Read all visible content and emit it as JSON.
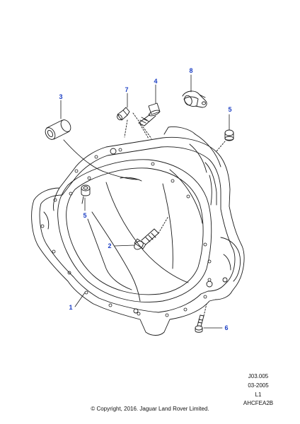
{
  "diagram": {
    "callouts": [
      {
        "id": "c1",
        "label": "1"
      },
      {
        "id": "c2",
        "label": "2"
      },
      {
        "id": "c3",
        "label": "3"
      },
      {
        "id": "c4",
        "label": "4"
      },
      {
        "id": "c5a",
        "label": "5"
      },
      {
        "id": "c5b",
        "label": "5"
      },
      {
        "id": "c6",
        "label": "6"
      },
      {
        "id": "c7",
        "label": "7"
      },
      {
        "id": "c8",
        "label": "8"
      }
    ],
    "callout_color": "#1c3fc4",
    "line_color": "#1a1a1a"
  },
  "reference": {
    "code": "J03.005",
    "date": "03-2005",
    "level": "L1",
    "figure_id": "AHCFEA2B"
  },
  "copyright": "© Copyright, 2016. Jaguar Land Rover Limited."
}
